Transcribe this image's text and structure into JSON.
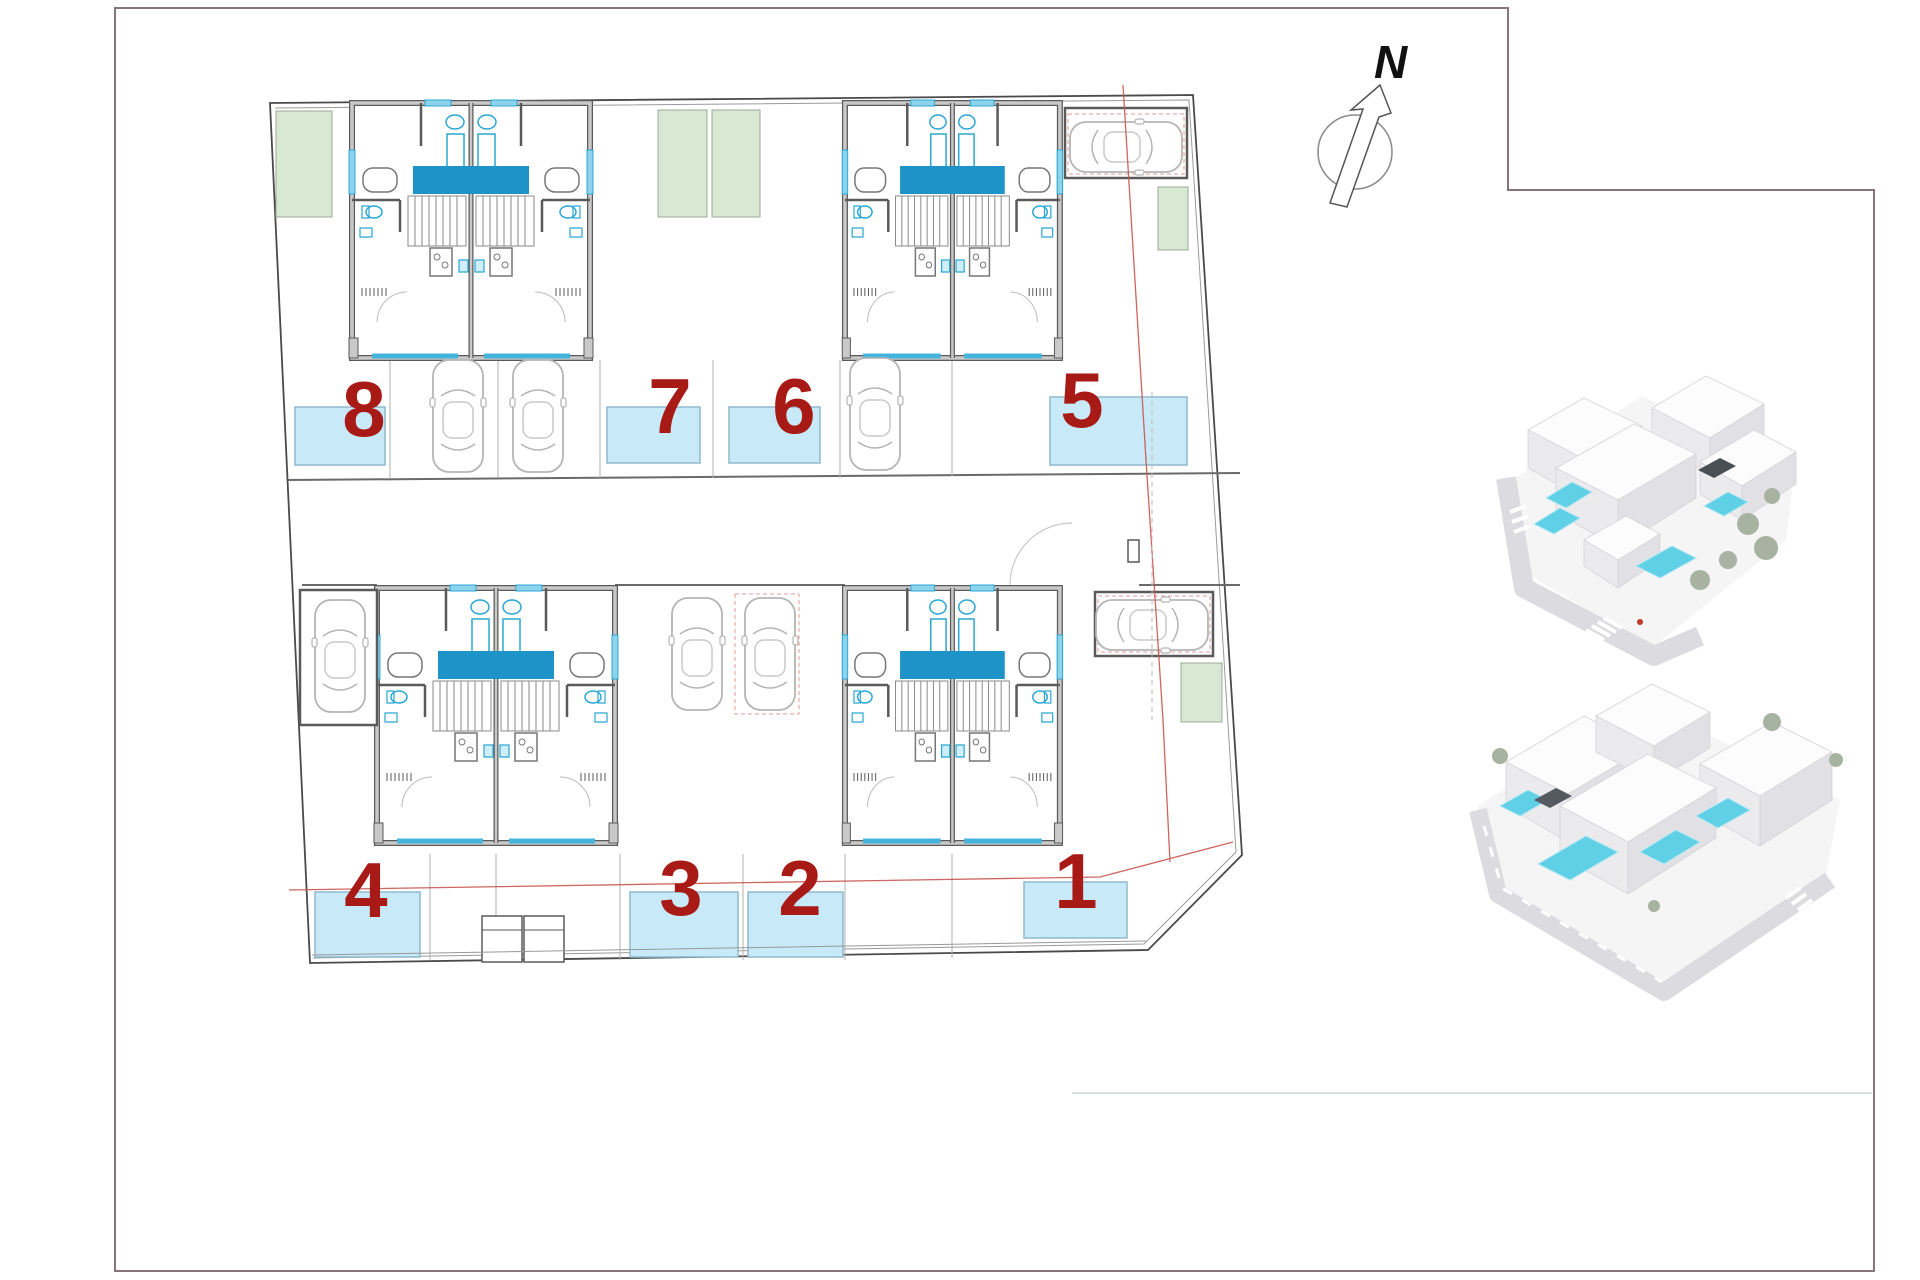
{
  "compass": {
    "label": "N"
  },
  "units": [
    {
      "number": "8"
    },
    {
      "number": "7"
    },
    {
      "number": "6"
    },
    {
      "number": "5"
    },
    {
      "number": "4"
    },
    {
      "number": "3"
    },
    {
      "number": "2"
    },
    {
      "number": "1"
    }
  ],
  "colors": {
    "page_border": "#8a747b",
    "plan_wall_dark": "#5a5a5a",
    "plan_wall_gray": "#c9c9c9",
    "pool_fill": "#c8e9f8",
    "pool_border": "#8fb9cd",
    "stair_landing_blue": "#1e93c7",
    "fixture_blue": "#2aa7d4",
    "window_band_blue": "#45b4dc",
    "garden_green": "#d9e8d2",
    "number_red": "#a81a16",
    "cadastral_line_red": "#c9544e",
    "render_pool_cyan": "#5fd0e6",
    "render_tree_green": "#a7b2a1"
  }
}
